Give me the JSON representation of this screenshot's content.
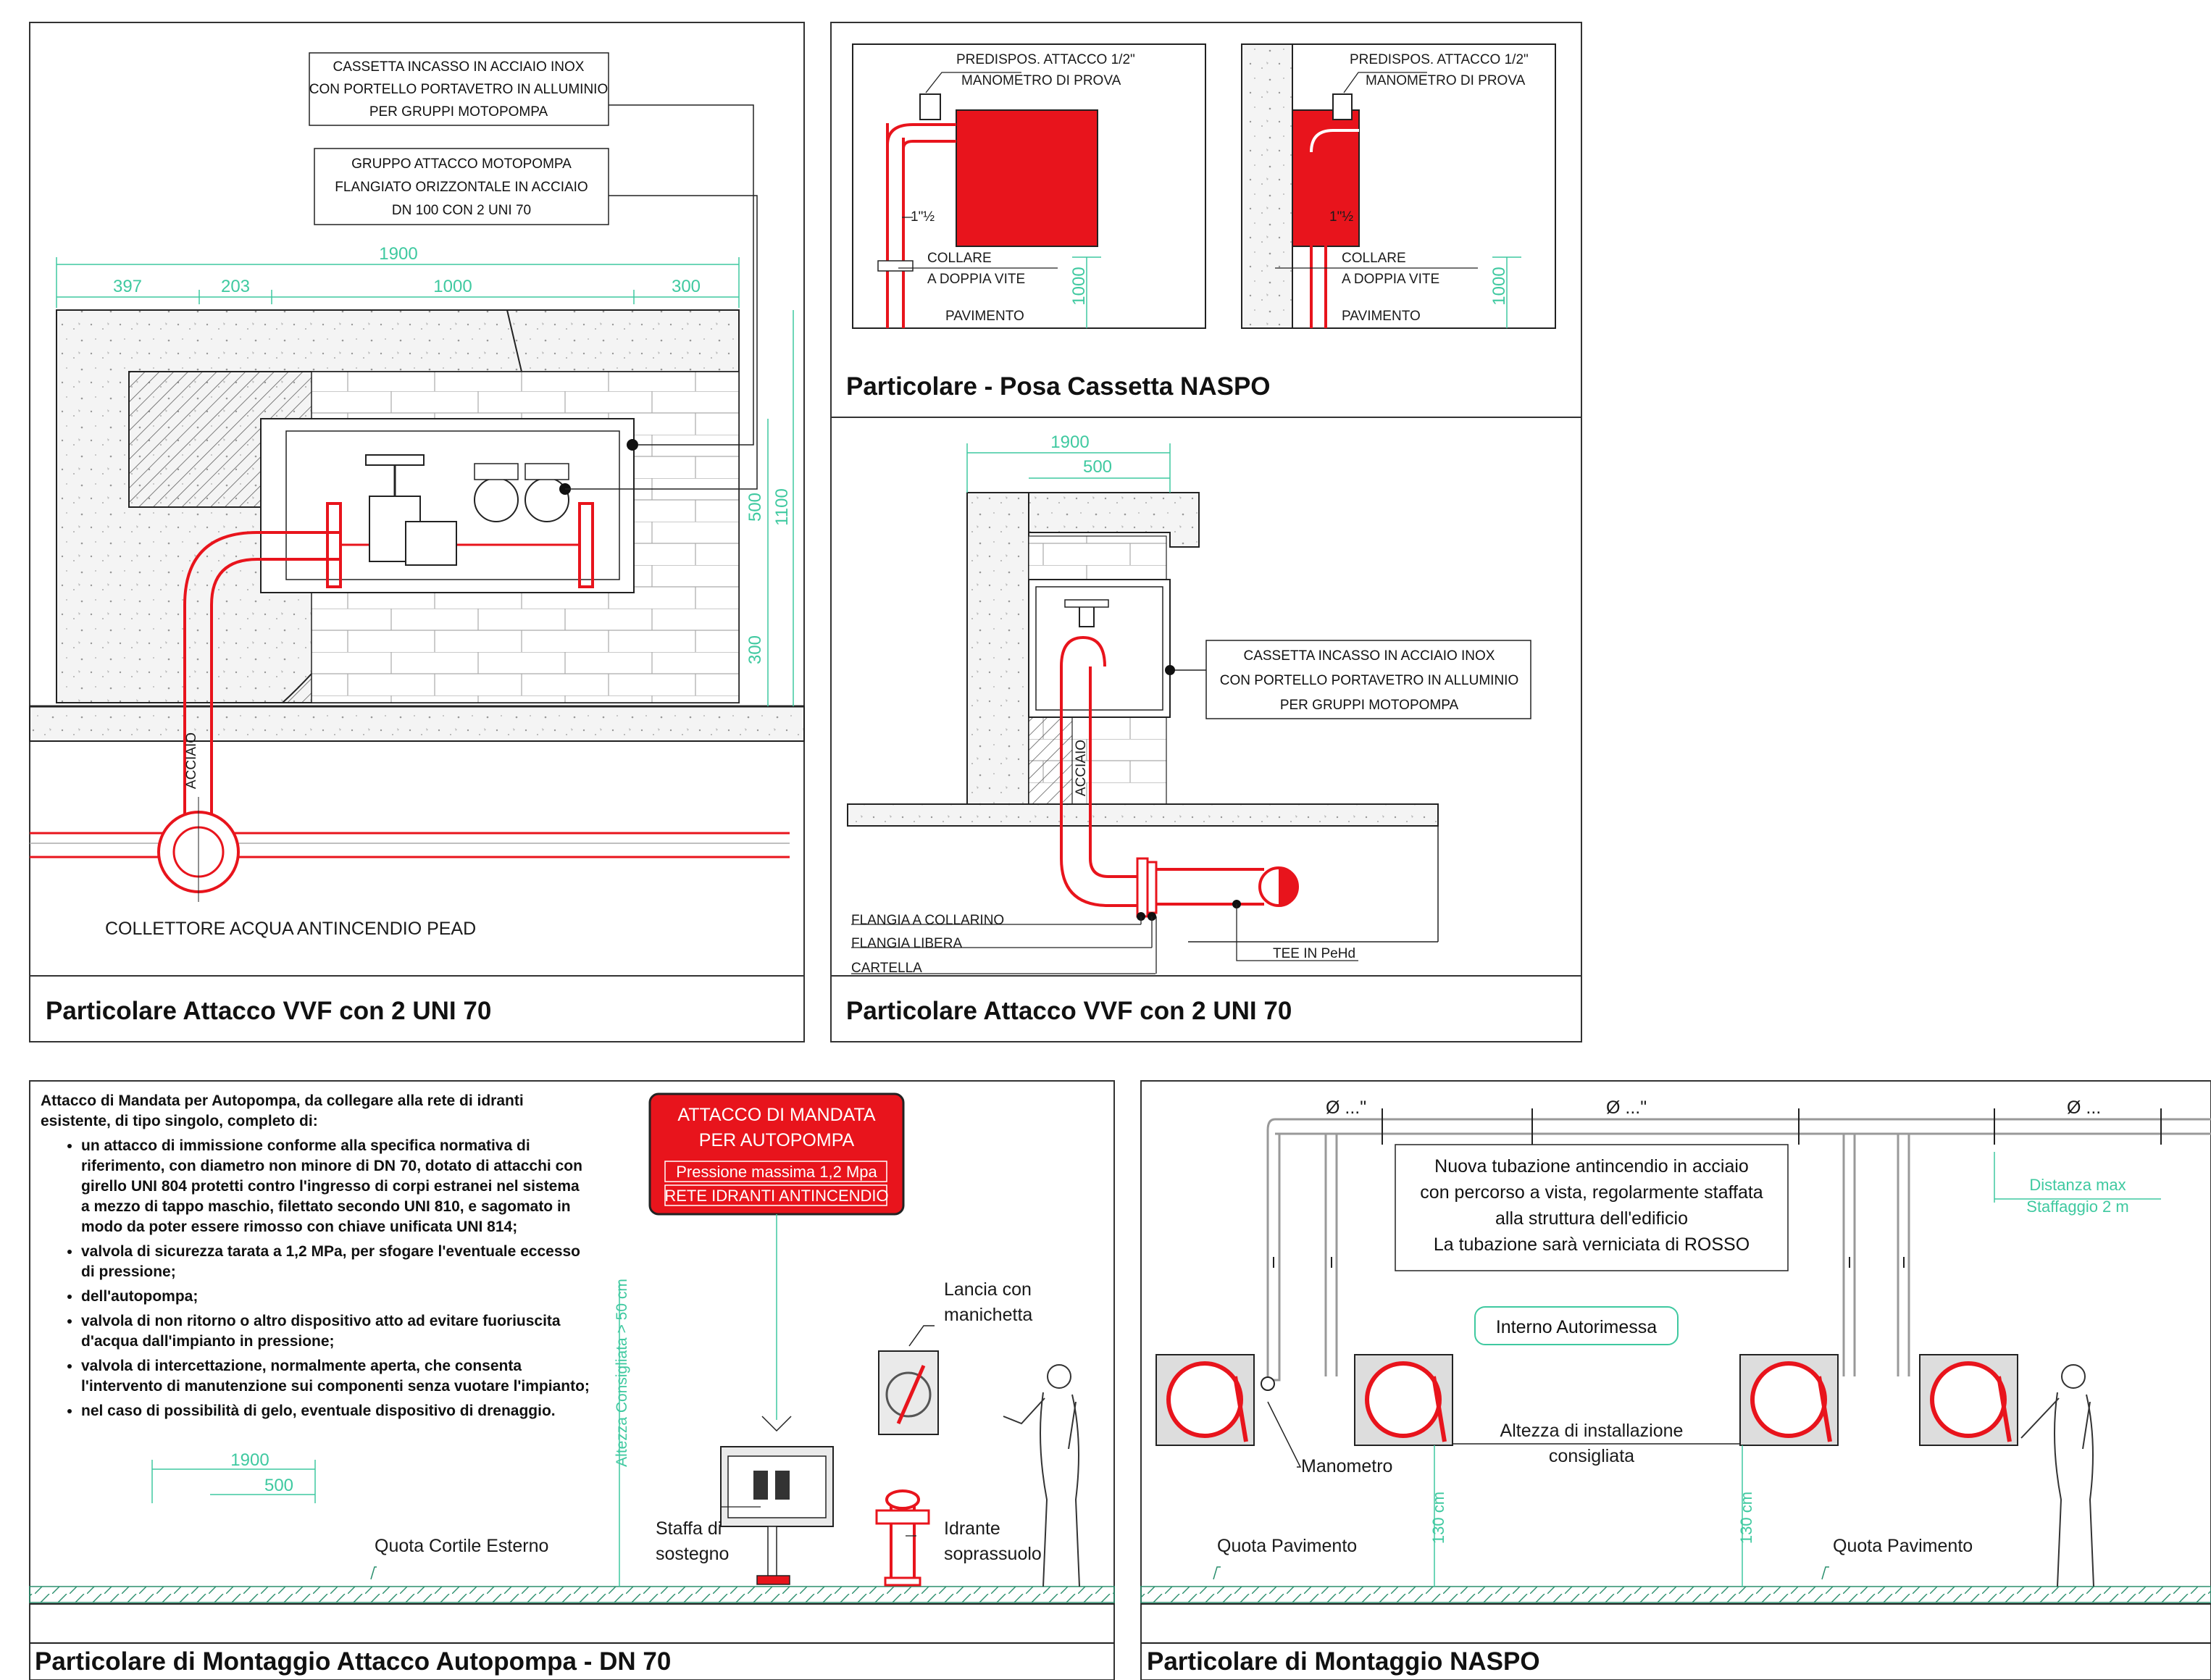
{
  "panels": {
    "top_left": {
      "title": "Particolare Attacco VVF con 2 UNI 70",
      "callout_1": [
        "CASSETTA INCASSO IN ACCIAIO INOX",
        "CON PORTELLO PORTAVETRO IN ALLUMINIO",
        "PER GRUPPI MOTOPOMPA"
      ],
      "callout_2": [
        "GRUPPO ATTACCO MOTOPOMPA",
        "FLANGIATO ORIZZONTALE IN ACCIAIO",
        "DN 100 CON 2 UNI 70"
      ],
      "dim_total": "1900",
      "dim_a": "397",
      "dim_b": "203",
      "dim_c": "1000",
      "dim_d": "300",
      "dim_v1": "500",
      "dim_v2": "1100",
      "dim_v3": "300",
      "pipe_label": "ACCIAIO",
      "collector_label": "COLLETTORE ACQUA ANTINCENDIO PEAD"
    },
    "top_right_upper": {
      "title": "Particolare - Posa Cassetta NASPO",
      "label_a": "PREDISPOS. ATTACCO 1/2\"",
      "label_b": "MANOMETRO DI PROVA",
      "label_inch": "1\"½",
      "label_collare_1": "COLLARE",
      "label_collare_2": "A DOPPIA VITE",
      "label_floor": "PAVIMENTO",
      "dim_height": "1000"
    },
    "top_right_lower": {
      "title": "Particolare Attacco VVF con 2 UNI 70",
      "dim_total": "1900",
      "dim_part": "500",
      "pipe_label": "ACCIAIO",
      "callout": [
        "CASSETTA INCASSO IN ACCIAIO INOX",
        "CON PORTELLO PORTAVETRO IN ALLUMINIO",
        "PER GRUPPI MOTOPOMPA"
      ],
      "flangia_collarino": "FLANGIA A COLLARINO",
      "flangia_libera": "FLANGIA LIBERA",
      "cartella": "CARTELLA",
      "tee": "TEE IN PeHd"
    },
    "bottom_left": {
      "title": "Particolare di Montaggio Attacco Autopompa - DN 70",
      "intro": "Attacco di Mandata per Autopompa, da collegare alla rete di idranti esistente, di tipo singolo, completo di:",
      "bullets": [
        "un attacco di immissione conforme alla specifica normativa di riferimento, con diametro non minore di DN 70, dotato di attacchi con girello UNI 804 protetti contro l'ingresso di corpi estranei nel sistema a mezzo di tappo maschio, filettato secondo UNI 810, e sagomato in modo da poter essere rimosso con chiave unificata UNI 814;",
        "valvola di sicurezza tarata a 1,2 MPa, per sfogare l'eventuale eccesso di pressione;",
        "dell'autopompa;",
        "valvola di non ritorno o altro dispositivo atto ad evitare fuoriuscita d'acqua dall'impianto in pressione;",
        "valvola di intercettazione, normalmente aperta, che consenta l'intervento di manutenzione sui componenti senza vuotare l'impianto;",
        "nel caso di possibilità di gelo, eventuale dispositivo di drenaggio."
      ],
      "sign": [
        "ATTACCO DI MANDATA",
        "PER AUTOPOMPA",
        "Pressione massima 1,2 Mpa",
        "RETE IDRANTI ANTINCENDIO"
      ],
      "dim_total": "1900",
      "dim_part": "500",
      "height_note": "Altezza Consigliata > 50 cm",
      "lancia_1": "Lancia con",
      "lancia_2": "manichetta",
      "staffa_1": "Staffa di",
      "staffa_2": "sostegno",
      "idrante_1": "Idrante",
      "idrante_2": "soprassuolo",
      "quota": "Quota Cortile Esterno"
    },
    "bottom_right": {
      "title": "Particolare di Montaggio NASPO",
      "phi_1": "Ø ...\"",
      "phi_2": "Ø ...\"",
      "phi_3": "Ø ...",
      "distanza_1": "Distanza max",
      "distanza_2": "Staffaggio 2 m",
      "note": [
        "Nuova tubazione antincendio in acciaio",
        "con percorso a vista, regolarmente staffata",
        "alla struttura dell'edificio",
        "La tubazione sarà verniciata di ROSSO"
      ],
      "interno": "Interno Autorimessa",
      "manometro": "Manometro",
      "altezza_1": "Altezza di installazione",
      "altezza_2": "consigliata",
      "dim_130": "130 cm",
      "quota_1": "Quota Pavimento",
      "quota_2": "Quota Pavimento"
    }
  },
  "colors": {
    "pipe_red": "#e8141c",
    "dimension_green": "#3fc9a0",
    "hatch": "#555555",
    "frame": "#222222"
  }
}
